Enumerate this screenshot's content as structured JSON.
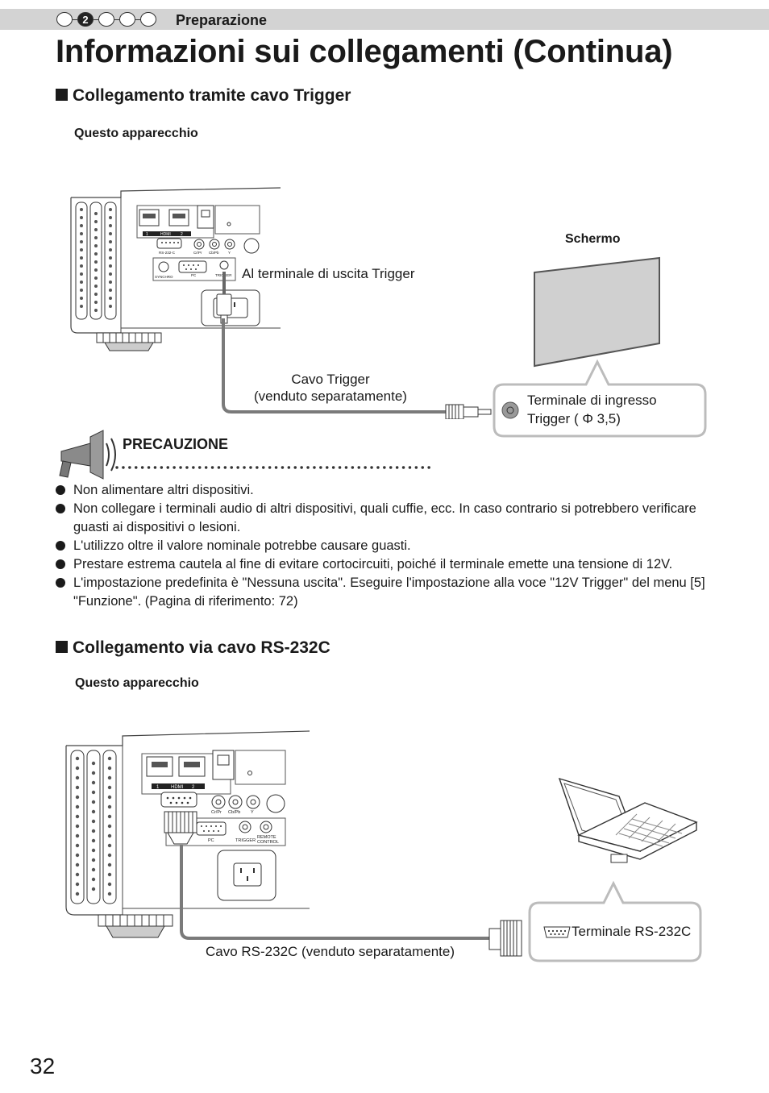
{
  "header": {
    "steps": [
      "",
      "2",
      "",
      "",
      ""
    ],
    "active_step": 1,
    "section": "Preparazione"
  },
  "title": "Informazioni sui collegamenti (Continua)",
  "trigger_section": {
    "heading": "Collegamento tramite cavo Trigger",
    "device_label": "Questo apparecchio",
    "screen_label": "Schermo",
    "output_label": "Al terminale di uscita Trigger",
    "cable_line1": "Cavo Trigger",
    "cable_line2": "(venduto separatamente)",
    "input_line1": "Terminale di ingresso",
    "input_line2": "Trigger ( Φ 3,5)",
    "panel_labels": {
      "hdmi": "HDMI",
      "hdmi1": "1",
      "hdmi2": "2",
      "rs232c": "RS-232-C",
      "cbpb": "Cb/Pb",
      "crpr": "Cr/Pr",
      "y": "Y",
      "synchro": "SYNCHRO",
      "pc": "PC",
      "trigger": "TRIGGER"
    }
  },
  "caution": {
    "title": "PRECAUZIONE",
    "items": [
      "Non alimentare altri dispositivi.",
      "Non collegare i terminali audio di altri dispositivi, quali cuffie, ecc. In caso contrario si potrebbero verificare guasti ai dispositivi o lesioni.",
      "L'utilizzo oltre il valore nominale potrebbe causare guasti.",
      "Prestare estrema cautela al fine di evitare cortocircuiti, poiché il terminale emette una tensione di 12V.",
      "L'impostazione predefinita è \"Nessuna uscita\". Eseguire l'impostazione alla voce \"12V Trigger\" del menu [5] \"Funzione\". (Pagina di riferimento: 72)"
    ]
  },
  "rs232_section": {
    "heading": "Collegamento via cavo RS-232C",
    "device_label": "Questo apparecchio",
    "cable_label": "Cavo RS-232C (venduto separatamente)",
    "terminal_label": "Terminale RS-232C",
    "panel_labels": {
      "hdmi": "HDMI",
      "hdmi1": "1",
      "hdmi2": "2",
      "cbpb": "Cb/Pb",
      "crpr": "Cr/Pr",
      "y": "Y",
      "pc": "PC",
      "trigger": "TRIGGER",
      "remote1": "REMOTE",
      "remote2": "CONTROL"
    }
  },
  "page_number": "32",
  "colors": {
    "header_bar": "#d3d3d3",
    "text": "#1a1a1a",
    "cable": "#7a7a7a",
    "callout_border": "#b8b8b8"
  }
}
